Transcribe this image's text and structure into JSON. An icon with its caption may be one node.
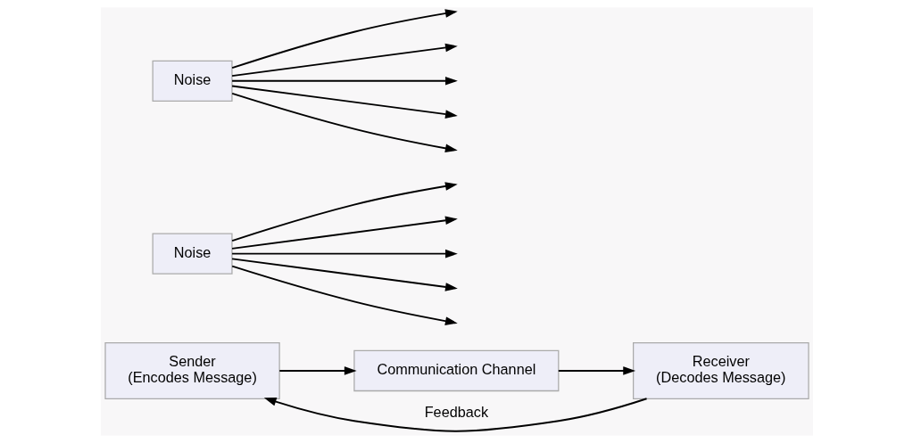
{
  "diagram": {
    "nodes": [
      {
        "text": [
          "Communication Channel"
        ]
      },
      {
        "text": [
          "Sender",
          "(Encodes Message)"
        ]
      },
      {
        "text": [
          "Receiver",
          "(Decodes Message)"
        ]
      },
      {
        "text": [
          "Noise"
        ]
      },
      {
        "text": [
          "Noise"
        ]
      }
    ],
    "edges": [
      {
        "from": 1,
        "to": 0,
        "arrow": "to"
      },
      {
        "from": 0,
        "to": 2,
        "arrow": "to"
      },
      {
        "from": 2,
        "to": 1,
        "arrow": "to",
        "label": "Feedback"
      },
      {
        "from": 3,
        "to": null,
        "arrow": "to"
      },
      {
        "from": 3,
        "to": null,
        "arrow": "to"
      },
      {
        "from": 3,
        "to": null,
        "arrow": "to"
      },
      {
        "from": 3,
        "to": null,
        "arrow": "to"
      },
      {
        "from": 3,
        "to": null,
        "arrow": "to"
      },
      {
        "from": 4,
        "to": null,
        "arrow": "to"
      },
      {
        "from": 4,
        "to": null,
        "arrow": "to"
      },
      {
        "from": 4,
        "to": null,
        "arrow": "to"
      },
      {
        "from": 4,
        "to": null,
        "arrow": "to"
      },
      {
        "from": 4,
        "to": null,
        "arrow": "to"
      }
    ]
  }
}
